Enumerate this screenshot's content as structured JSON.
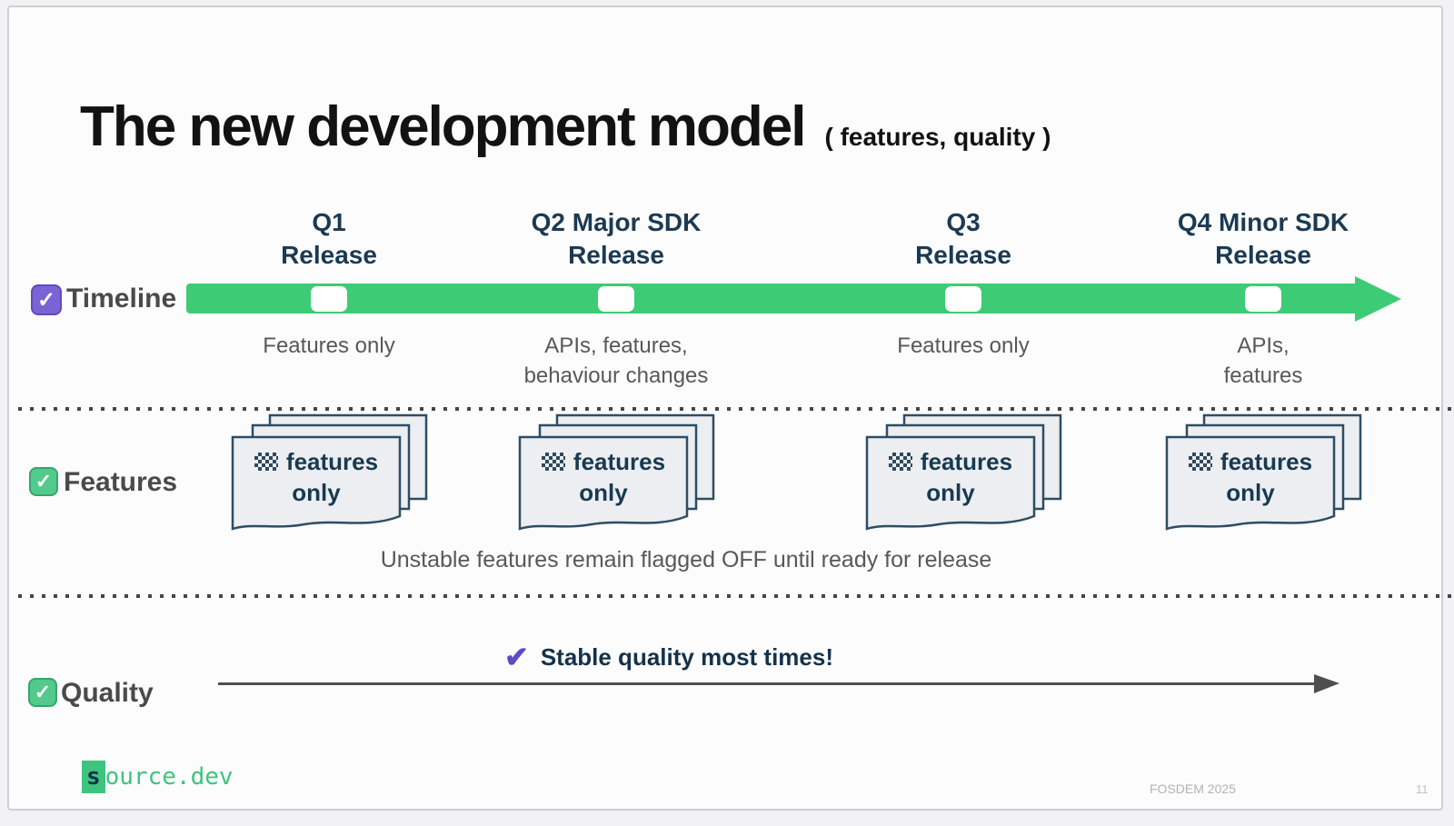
{
  "title": {
    "main": "The new development model",
    "suffix": "( features, quality )"
  },
  "timeline_row": {
    "label": "Timeline"
  },
  "features_row": {
    "label": "Features",
    "caption": "Unstable features remain flagged OFF until ready for release"
  },
  "quality_row": {
    "label": "Quality",
    "note": "Stable quality most times!"
  },
  "card": {
    "line1": "features",
    "line2": "only"
  },
  "columns": [
    {
      "title1": "Q1",
      "title2": "Release",
      "sub1": "Features only",
      "sub2": ""
    },
    {
      "title1": "Q2 Major SDK",
      "title2": "Release",
      "sub1": "APIs, features,",
      "sub2": "behaviour changes"
    },
    {
      "title1": "Q3",
      "title2": "Release",
      "sub1": "Features only",
      "sub2": ""
    },
    {
      "title1": "Q4 Minor SDK",
      "title2": "Release",
      "sub1": "APIs,",
      "sub2": "features"
    }
  ],
  "icons": {
    "checkbox_check": "✓",
    "quality_check": "✔"
  },
  "footer": {
    "logo_highlight": "s",
    "logo_rest": "ource.dev",
    "event": "FOSDEM 2025",
    "page_number": "11"
  },
  "colors": {
    "timeline_green": "#3ecb76",
    "checkbox_purple": "#7a63d4",
    "checkbox_green": "#52ca8b",
    "heading_navy": "#1b3a52",
    "accent_purple": "#5f49c6",
    "logo_green": "#3ec47e"
  }
}
